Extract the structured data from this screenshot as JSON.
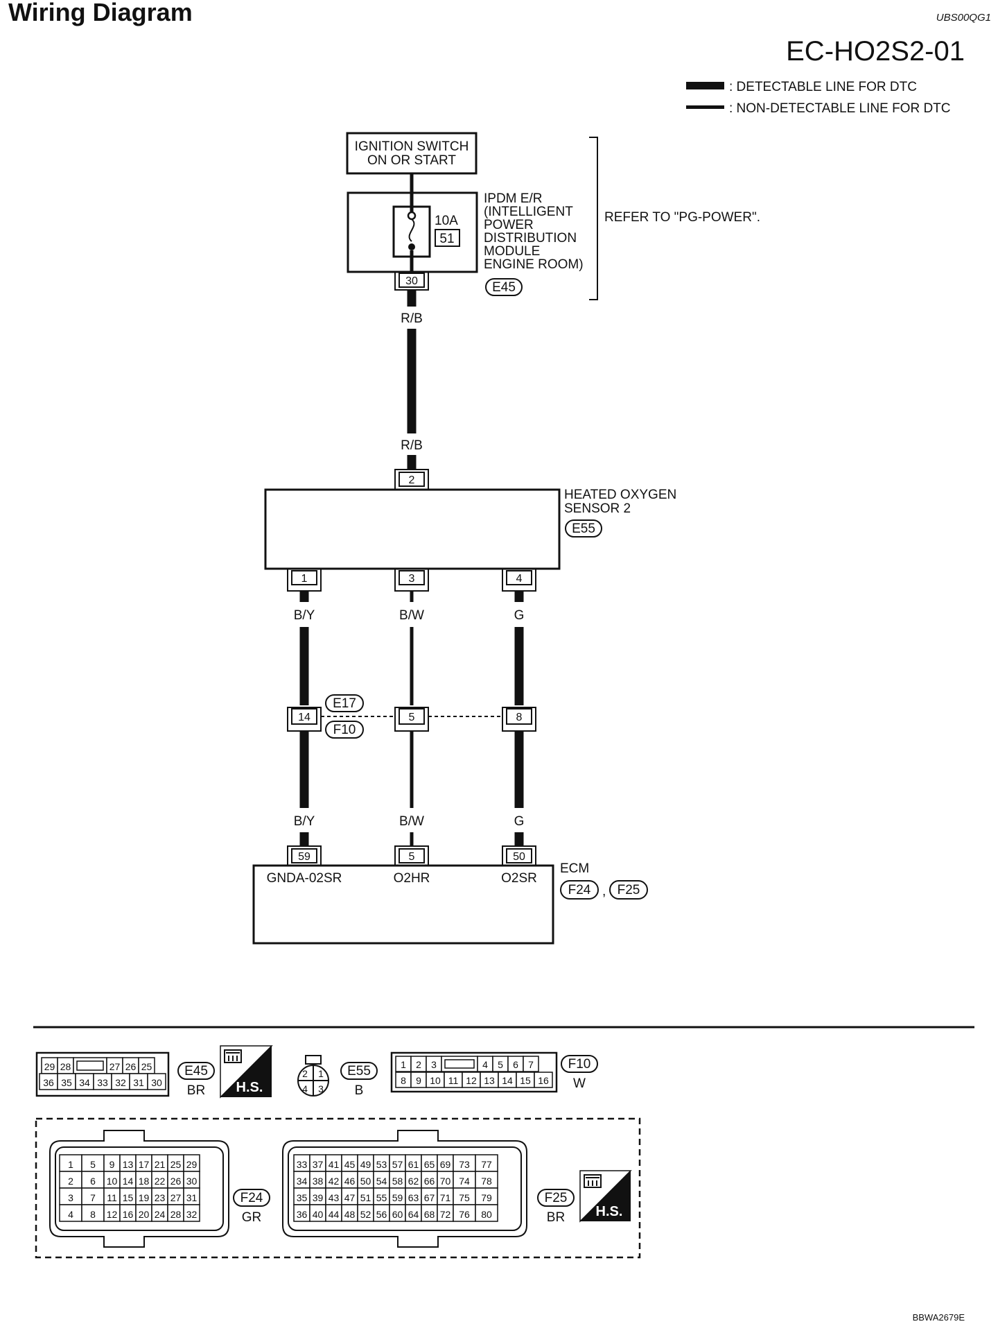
{
  "header": {
    "title": "Wiring Diagram",
    "code": "UBS00QG1",
    "diagram_id": "EC-HO2S2-01",
    "footer_code": "BBWA2679E"
  },
  "legend": {
    "detectable": ": DETECTABLE LINE FOR DTC",
    "non_detectable": ": NON-DETECTABLE LINE FOR DTC"
  },
  "ignition": {
    "line1": "IGNITION SWITCH",
    "line2": "ON OR START"
  },
  "ipdm": {
    "fuse_amp": "10A",
    "fuse_no": "51",
    "lines": [
      "IPDM E/R",
      "(INTELLIGENT",
      "POWER",
      "DISTRIBUTION",
      "MODULE",
      "ENGINE ROOM)"
    ],
    "pin": "30",
    "connector": "E45",
    "refer": "REFER TO \"PG-POWER\"."
  },
  "wire_rb": {
    "top": "R/B",
    "bottom": "R/B"
  },
  "sensor": {
    "name_line1": "HEATED OXYGEN",
    "name_line2": "SENSOR 2",
    "connector": "E55",
    "pin_top": "2",
    "pins_bottom": [
      "1",
      "3",
      "4"
    ]
  },
  "wires": {
    "w1": {
      "top": "B/Y",
      "bottom": "B/Y"
    },
    "w2": {
      "top": "B/W",
      "bottom": "B/W"
    },
    "w3": {
      "top": "G",
      "bottom": "G"
    }
  },
  "joint": {
    "pins": [
      "14",
      "5",
      "8"
    ],
    "connector_top": "E17",
    "connector_bottom": "F10"
  },
  "ecm": {
    "name": "ECM",
    "pins": [
      "59",
      "5",
      "50"
    ],
    "terminals": [
      "GNDA-02SR",
      "O2HR",
      "O2SR"
    ],
    "connectors": [
      "F24",
      "F25"
    ],
    "separator": ","
  },
  "connectors": {
    "e45": {
      "id": "E45",
      "color": "BR",
      "row1": [
        "29",
        "28",
        "",
        "27",
        "26",
        "25"
      ],
      "row2": [
        "36",
        "35",
        "34",
        "33",
        "32",
        "31",
        "30"
      ]
    },
    "e55": {
      "id": "E55",
      "color": "B",
      "pins": [
        "2",
        "1",
        "4",
        "3"
      ]
    },
    "f10": {
      "id": "F10",
      "color": "W",
      "row1": [
        "1",
        "2",
        "3",
        "",
        "4",
        "5",
        "6",
        "7"
      ],
      "row2": [
        "8",
        "9",
        "10",
        "11",
        "12",
        "13",
        "14",
        "15",
        "16"
      ]
    },
    "f24": {
      "id": "F24",
      "color": "GR",
      "rows": [
        [
          "1",
          "5",
          "9",
          "13",
          "17",
          "21",
          "25",
          "29"
        ],
        [
          "2",
          "6",
          "10",
          "14",
          "18",
          "22",
          "26",
          "30"
        ],
        [
          "3",
          "7",
          "11",
          "15",
          "19",
          "23",
          "27",
          "31"
        ],
        [
          "4",
          "8",
          "12",
          "16",
          "20",
          "24",
          "28",
          "32"
        ]
      ]
    },
    "f25": {
      "id": "F25",
      "color": "BR",
      "rows": [
        [
          "33",
          "37",
          "41",
          "45",
          "49",
          "53",
          "57",
          "61",
          "65",
          "69",
          "73",
          "77"
        ],
        [
          "34",
          "38",
          "42",
          "46",
          "50",
          "54",
          "58",
          "62",
          "66",
          "70",
          "74",
          "78"
        ],
        [
          "35",
          "39",
          "43",
          "47",
          "51",
          "55",
          "59",
          "63",
          "67",
          "71",
          "75",
          "79"
        ],
        [
          "36",
          "40",
          "44",
          "48",
          "52",
          "56",
          "60",
          "64",
          "68",
          "72",
          "76",
          "80"
        ]
      ]
    },
    "hs_label": "H.S."
  }
}
